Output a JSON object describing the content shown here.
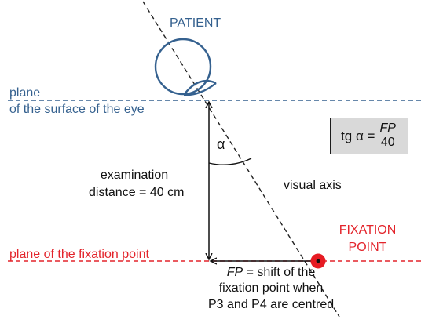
{
  "labels": {
    "patient": "PATIENT",
    "eye_plane_line1": "plane",
    "eye_plane_line2": "of the surface of the eye",
    "alpha": "α",
    "exam_line1": "examination",
    "exam_line2": "distance = 40 cm",
    "visual_axis": "visual axis",
    "fixation_line1": "FIXATION",
    "fixation_line2": "POINT",
    "fixation_plane": "plane of the fixation point",
    "fp_symbol": "FP",
    "fp_line1_rest": " = shift of the",
    "fp_line2": "fixation point when",
    "fp_line3": "P3 and P4 are centred"
  },
  "formula": {
    "lhs": "tg α =",
    "numerator": "FP",
    "denominator": "40"
  },
  "colors": {
    "eye_blue": "#35618f",
    "fixation_red": "#e3242b",
    "line_dark": "#111111",
    "formula_box_fill": "#d9d9d9"
  }
}
